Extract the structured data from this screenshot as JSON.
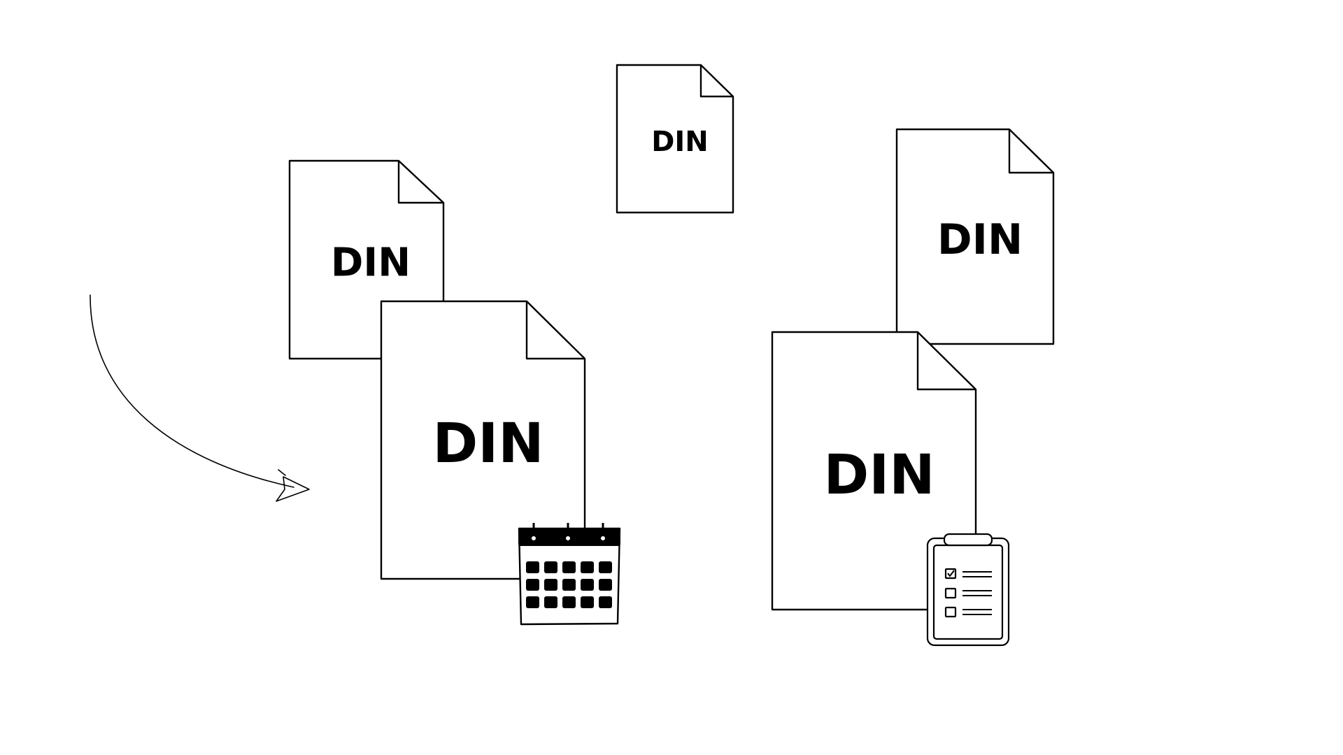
{
  "documents": [
    {
      "label": "DIN"
    },
    {
      "label": "DIN"
    },
    {
      "label": "DIN"
    },
    {
      "label": "DIN"
    },
    {
      "label": "DIN"
    }
  ],
  "icons": {
    "calendar": "calendar-icon",
    "checklist": "checklist-clipboard-icon",
    "arrow": "curved-arrow-icon"
  },
  "colors": {
    "stroke": "#000000",
    "paper": "#ffffff"
  }
}
